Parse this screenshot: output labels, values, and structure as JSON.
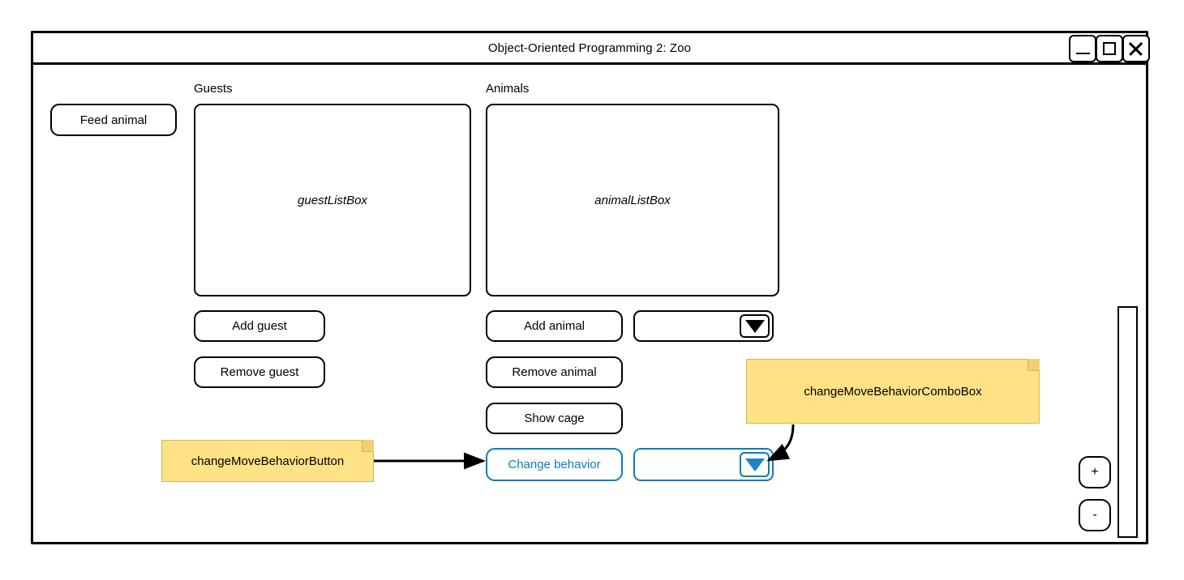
{
  "window": {
    "title": "Object-Oriented Programming 2: Zoo",
    "controls": [
      {
        "name": "minimize",
        "glyph": "_"
      },
      {
        "name": "maximize",
        "glyph": "□"
      },
      {
        "name": "close",
        "glyph": "✕"
      }
    ]
  },
  "accent_color": "#0d7cba",
  "note_color": "#ffe186",
  "panels": {
    "guests": {
      "label": "Guests",
      "listbox_placeholder": "guestListBox",
      "buttons": [
        {
          "id": "add-guest",
          "label": "Add guest"
        },
        {
          "id": "remove-guest",
          "label": "Remove guest"
        }
      ]
    },
    "animals": {
      "label": "Animals",
      "listbox_placeholder": "animalListBox",
      "buttons": [
        {
          "id": "add-animal",
          "label": "Add animal"
        },
        {
          "id": "remove-animal",
          "label": "Remove animal"
        },
        {
          "id": "show-cage",
          "label": "Show cage"
        },
        {
          "id": "change-behavior",
          "label": "Change behavior"
        }
      ]
    }
  },
  "feed_animal_button": {
    "label": "Feed animal"
  },
  "combo_boxes": {
    "animal_type": {
      "value": "",
      "arrow_icon": "chevron-down-icon"
    },
    "change_move_behavior": {
      "value": "",
      "arrow_icon": "chevron-down-icon"
    }
  },
  "zoom_controls": {
    "increase": "+",
    "decrease": "-"
  },
  "annotations": [
    {
      "id": "change-move-behavior-button",
      "text": "changeMoveBehaviorButton"
    },
    {
      "id": "change-move-behavior-combo",
      "text": "changeMoveBehaviorComboBox"
    }
  ]
}
